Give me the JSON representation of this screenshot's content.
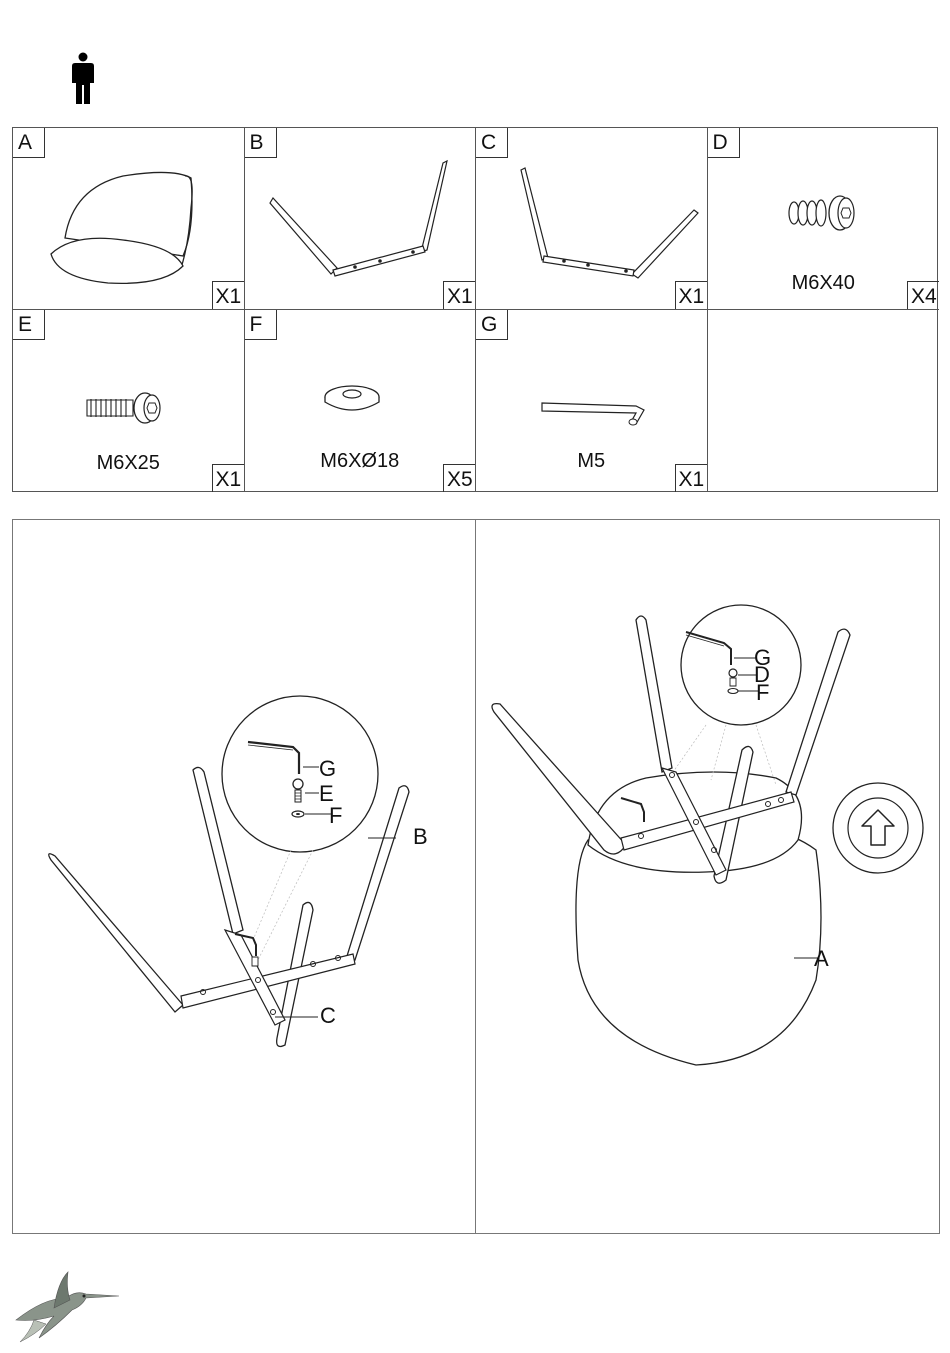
{
  "parts": [
    {
      "letter": "A",
      "qty": "X1",
      "spec": ""
    },
    {
      "letter": "B",
      "qty": "X1",
      "spec": ""
    },
    {
      "letter": "C",
      "qty": "X1",
      "spec": ""
    },
    {
      "letter": "D",
      "qty": "X4",
      "spec": "M6X40"
    },
    {
      "letter": "E",
      "qty": "X1",
      "spec": "M6X25"
    },
    {
      "letter": "F",
      "qty": "X5",
      "spec": "M6XØ18"
    },
    {
      "letter": "G",
      "qty": "X1",
      "spec": "M5"
    }
  ],
  "step1": {
    "callouts": [
      "G",
      "E",
      "F"
    ],
    "label_b": "B",
    "label_c": "C"
  },
  "step2": {
    "callouts": [
      "G",
      "D",
      "F"
    ],
    "label_a": "A"
  },
  "icons": [
    "person-icon",
    "rotate-upright-arrow-icon",
    "hummingbird-logo"
  ]
}
